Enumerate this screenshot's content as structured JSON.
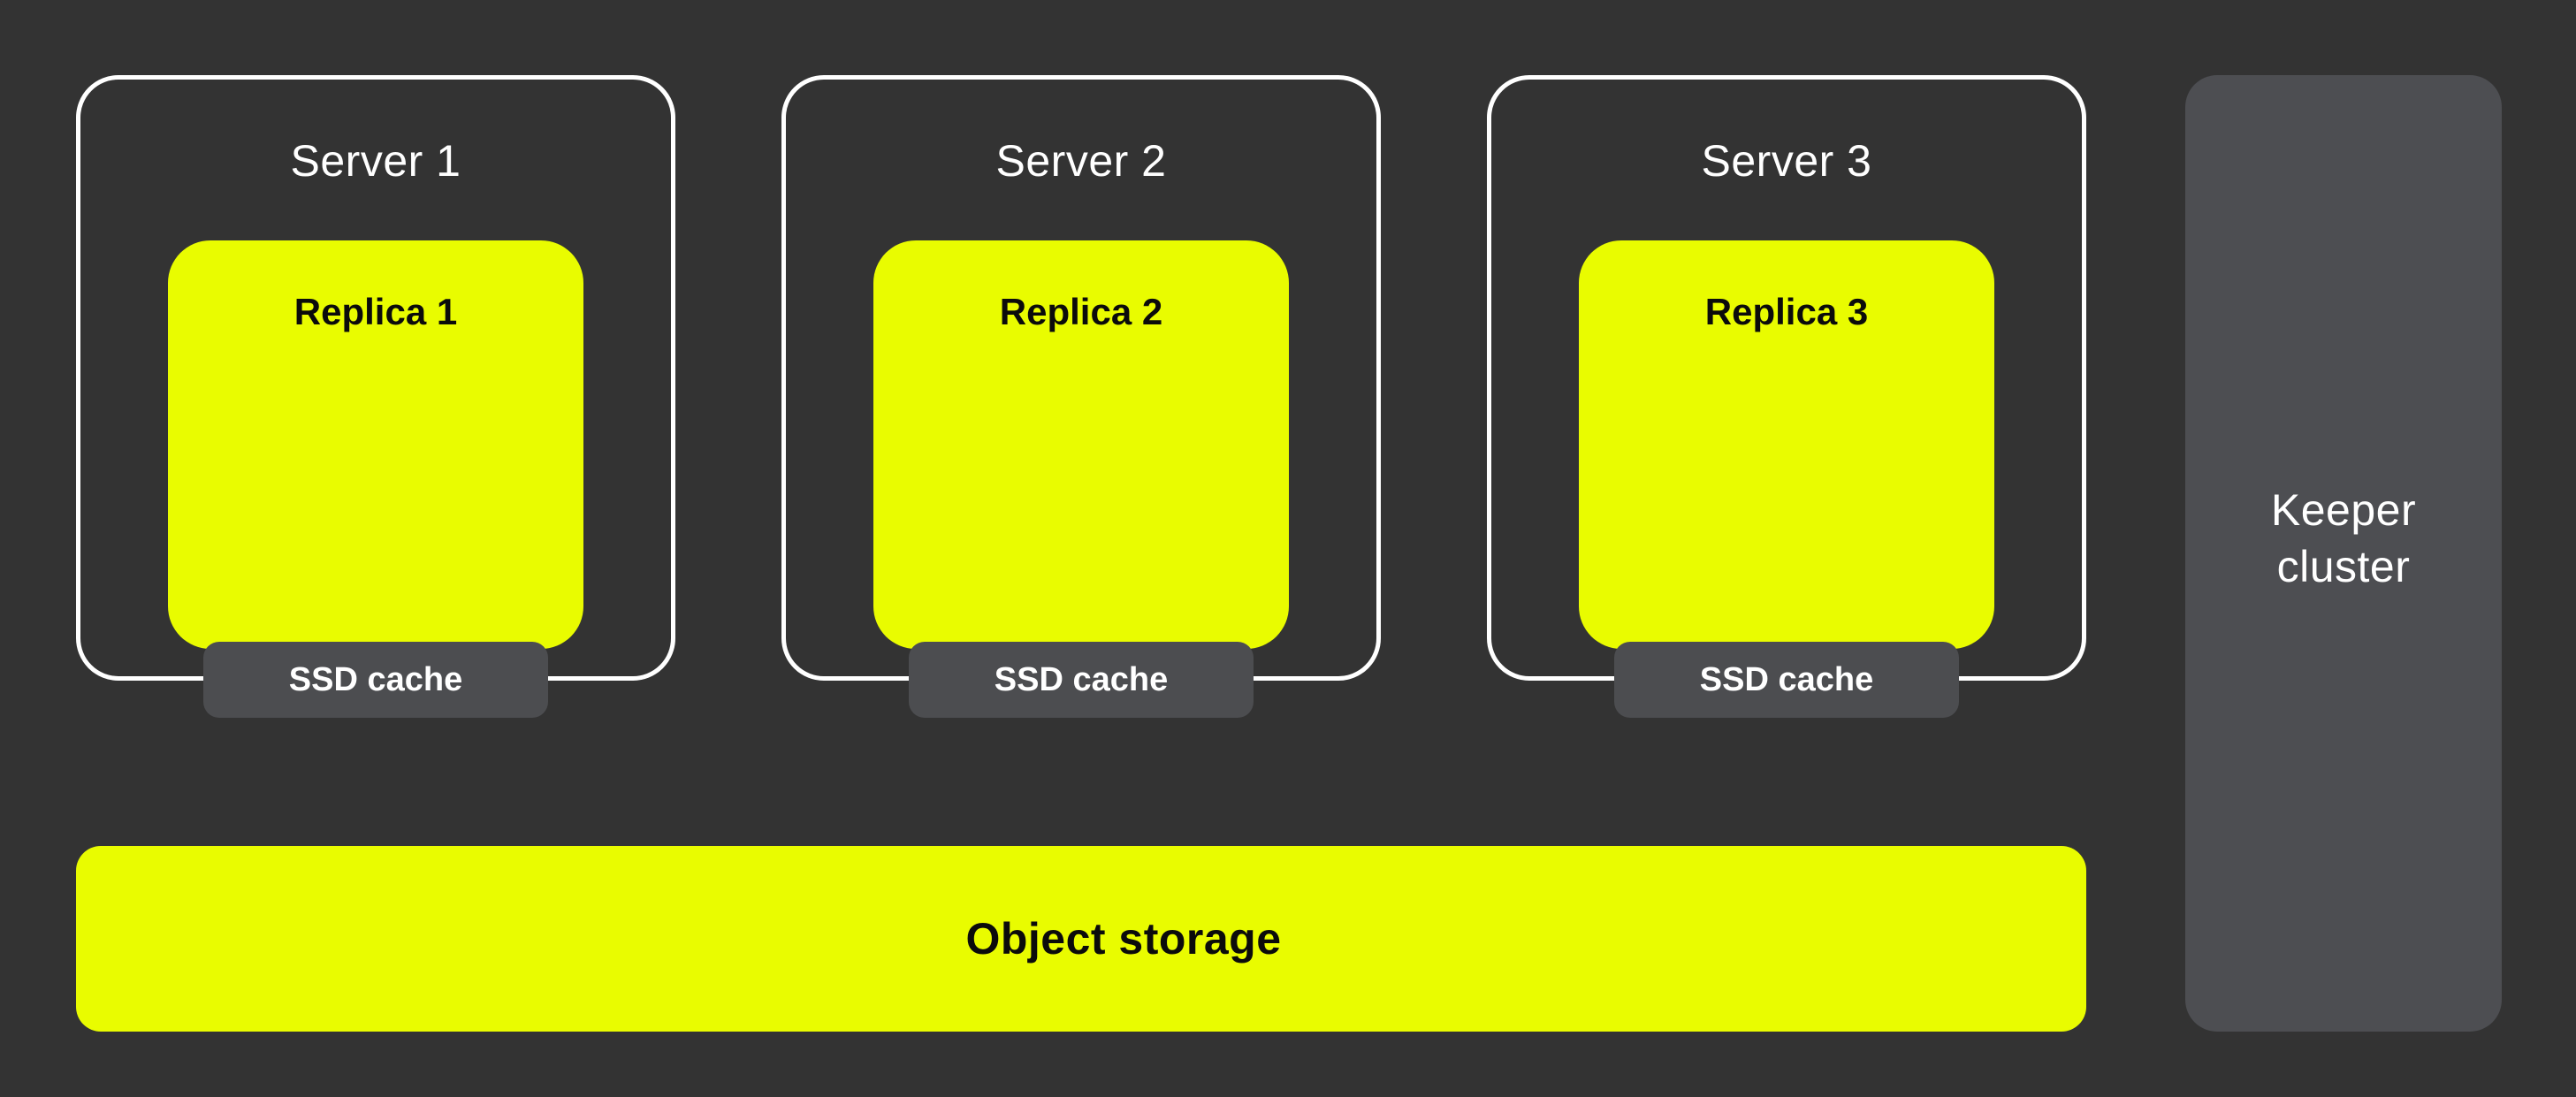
{
  "colors": {
    "background": "#333333",
    "accent_yellow": "#E9FC00",
    "keeper_gray": "#4D4E52",
    "cache_gray": "#4C4D50",
    "border_white": "#FFFFFF",
    "text_dark": "#0B0B0B"
  },
  "servers": [
    {
      "label": "Server 1",
      "replica_label": "Replica 1",
      "cache_label": "SSD cache"
    },
    {
      "label": "Server 2",
      "replica_label": "Replica 2",
      "cache_label": "SSD cache"
    },
    {
      "label": "Server 3",
      "replica_label": "Replica 3",
      "cache_label": "SSD cache"
    }
  ],
  "keeper": {
    "label": "Keeper cluster"
  },
  "object_storage": {
    "label": "Object storage"
  }
}
